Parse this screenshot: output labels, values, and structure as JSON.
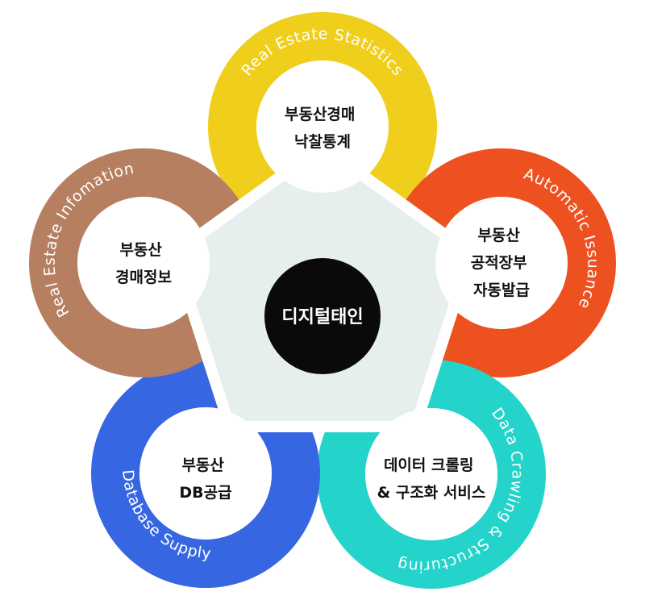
{
  "center": {
    "label": "디지털태인",
    "color": "#0a0a0a"
  },
  "pentagon_color": "#e7eeee",
  "petals": [
    {
      "id": "top",
      "ring_label": "Real Estate Statistics",
      "lines": [
        "부동산경매",
        "낙찰통계"
      ],
      "color": "#efcf1c"
    },
    {
      "id": "right",
      "ring_label": "Automatic Issuance",
      "lines": [
        "부동산",
        "공적장부",
        "자동발급"
      ],
      "color": "#ee5120"
    },
    {
      "id": "bottom-right",
      "ring_label": "Data Crawling & Structuring",
      "lines": [
        "데이터 크롤링",
        "& 구조화 서비스"
      ],
      "color": "#24d3c9"
    },
    {
      "id": "bottom-left",
      "ring_label": "Database Supply",
      "lines": [
        "부동산",
        "DB공급"
      ],
      "color": "#3766e3"
    },
    {
      "id": "left",
      "ring_label": "Real Estate Infomation",
      "lines": [
        "부동산",
        "경매정보"
      ],
      "color": "#b67f5f"
    }
  ]
}
